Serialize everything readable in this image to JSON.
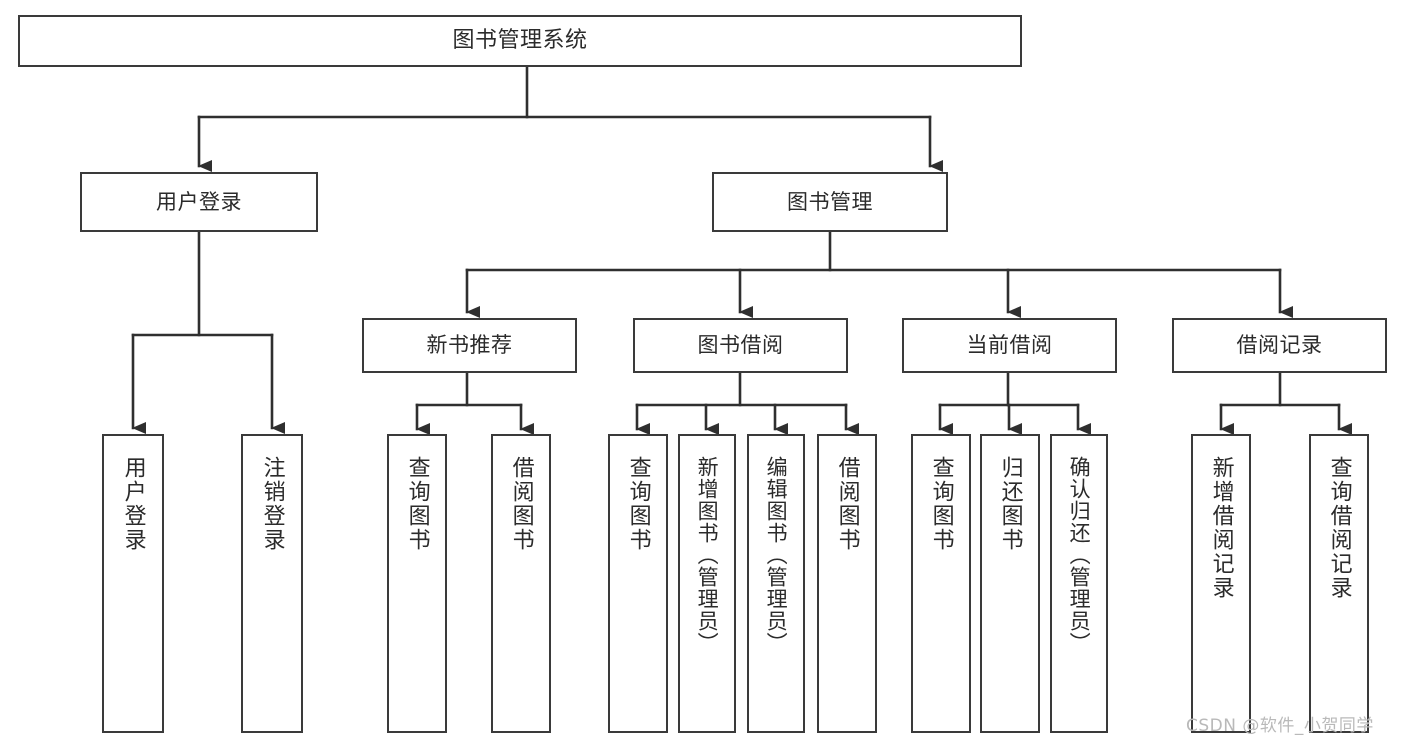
{
  "diagram": {
    "type": "tree",
    "title": "图书管理系统",
    "watermark": "CSDN @软件_小贺同学",
    "colors": {
      "box_border": "#3a3a3a",
      "box_fill": "#ffffff",
      "connector": "#2f2f2f",
      "text": "#2b2b2b",
      "watermark": "#b9b9b9",
      "background": "#ffffff"
    },
    "root": {
      "id": "root",
      "label": "图书管理系统"
    },
    "level2": [
      {
        "id": "user-login",
        "label": "用户登录"
      },
      {
        "id": "book-manage",
        "label": "图书管理"
      }
    ],
    "level3": [
      {
        "id": "new-book-rec",
        "label": "新书推荐"
      },
      {
        "id": "book-borrow",
        "label": "图书借阅"
      },
      {
        "id": "current-borrow",
        "label": "当前借阅"
      },
      {
        "id": "borrow-record",
        "label": "借阅记录"
      }
    ],
    "leaves": [
      {
        "id": "leaf-user-login",
        "label": "用户登录",
        "parent": "user-login"
      },
      {
        "id": "leaf-logout",
        "label": "注销登录",
        "parent": "user-login"
      },
      {
        "id": "leaf-query-book-1",
        "label": "查询图书",
        "parent": "new-book-rec"
      },
      {
        "id": "leaf-borrow-book-1",
        "label": "借阅图书",
        "parent": "new-book-rec"
      },
      {
        "id": "leaf-query-book-2",
        "label": "查询图书",
        "parent": "book-borrow"
      },
      {
        "id": "leaf-add-book",
        "label": "新增图书（管理员）",
        "parent": "book-borrow"
      },
      {
        "id": "leaf-edit-book",
        "label": "编辑图书（管理员）",
        "parent": "book-borrow"
      },
      {
        "id": "leaf-borrow-book-2",
        "label": "借阅图书",
        "parent": "book-borrow"
      },
      {
        "id": "leaf-query-book-3",
        "label": "查询图书",
        "parent": "current-borrow"
      },
      {
        "id": "leaf-return-book",
        "label": "归还图书",
        "parent": "current-borrow"
      },
      {
        "id": "leaf-confirm-return",
        "label": "确认归还（管理员）",
        "parent": "current-borrow"
      },
      {
        "id": "leaf-add-record",
        "label": "新增借阅记录",
        "parent": "borrow-record"
      },
      {
        "id": "leaf-query-record",
        "label": "查询借阅记录",
        "parent": "borrow-record"
      }
    ]
  }
}
